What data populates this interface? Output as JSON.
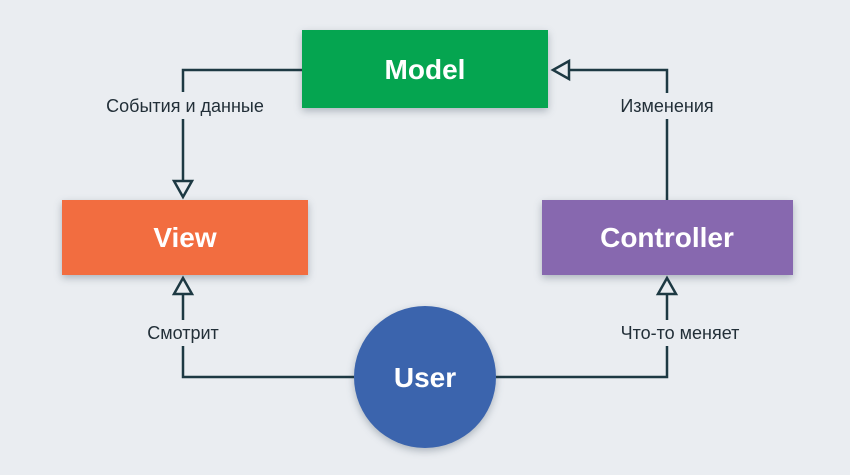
{
  "diagram": {
    "title": "MVC pattern diagram",
    "background": "#eaedf1",
    "line_color": "#1d3943",
    "text_color": "#222f38",
    "nodes": {
      "model": {
        "label": "Model",
        "color": "#05a550"
      },
      "view": {
        "label": "View",
        "color": "#f26d40"
      },
      "controller": {
        "label": "Controller",
        "color": "#8768af"
      },
      "user": {
        "label": "User",
        "color": "#3b64ad"
      }
    },
    "edges": {
      "model_to_view": {
        "label": "События и данные"
      },
      "controller_to_model": {
        "label": "Изменения"
      },
      "user_to_view": {
        "label": "Смотрит"
      },
      "user_to_controller": {
        "label": "Что-то меняет"
      }
    }
  }
}
